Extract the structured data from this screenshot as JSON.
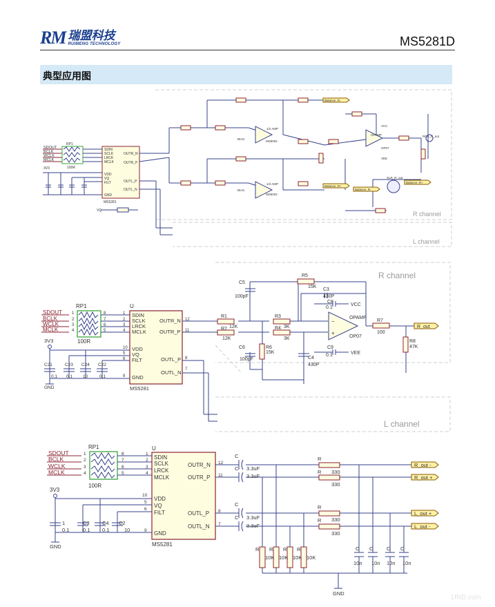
{
  "header": {
    "logo_mark": "RM",
    "logo_cn": "瑞盟科技",
    "logo_en": "RUIMENG TECHNOLOGY",
    "part_number": "MS5281D"
  },
  "section": {
    "title": "典型应用图"
  },
  "fig1": {
    "r_channel": "R channel",
    "l_channel": "L channel",
    "chip": "MS5281",
    "pins_left": [
      "SDIN",
      "SCLK",
      "LRCK",
      "MCLK",
      "VDD",
      "VQ",
      "FILT",
      "GND"
    ],
    "pins_right": [
      "OUTR_N",
      "OUTR_P",
      "OUTL_P",
      "OUTL_N"
    ],
    "inputs": [
      "SDOUT",
      "BCLK",
      "WCLK",
      "MCLK"
    ],
    "labels": [
      "Balance_R-",
      "Balance_R+",
      "Balance_R-",
      "Balance_R+",
      "RCA_R_out",
      "XLR_R_out",
      "VCC",
      "VEE",
      "BIAS",
      "BIAS",
      "OPAMP",
      "OP07",
      "MS6002",
      "MS6002",
      "1/2 AMP",
      "1/2 AMP",
      "VQ",
      "RP1",
      "100R",
      "3V3"
    ]
  },
  "fig2": {
    "r_channel": "R channel",
    "l_channel": "L channel",
    "chip_ref": "U",
    "chip": "MS5281",
    "rp": "RP1",
    "rp_value": "100R",
    "inputs": [
      "SDOUT",
      "BCLK",
      "WCLK",
      "MCLK"
    ],
    "pins_left": [
      "SDIN",
      "SCLK",
      "LRCK",
      "MCLK",
      "VDD",
      "VQ",
      "FILT",
      "GND"
    ],
    "pins_right": [
      "OUTR_N",
      "OUTR_P",
      "OUTL_P",
      "OUTL_N"
    ],
    "supply": "3V3",
    "gnd": "GND",
    "caps": [
      "C21",
      "C23",
      "C24",
      "C22"
    ],
    "cap_vals": [
      "0.1",
      "0.1",
      "10",
      "0.1"
    ],
    "r1": "R1",
    "r1v": "12K",
    "r2": "R2",
    "r2v": "12K",
    "r3": "R3",
    "r3v": "3K",
    "r4": "R4",
    "r4v": "3K",
    "r5": "R5",
    "r5v": "15K",
    "r6": "R6",
    "r6v": "15K",
    "r7": "R7",
    "r7v": "100",
    "r8": "R8",
    "r8v": "47K",
    "c3": "C3",
    "c3v": "430P",
    "c4": "C4",
    "c4v": "430P",
    "c5": "C5",
    "c5v": "100pF",
    "c6": "C6",
    "c6v": "100pF",
    "c8": "C8",
    "c8v": "0.1",
    "c9": "C9",
    "c9v": "0.1",
    "vcc": "VCC",
    "vee": "VEE",
    "opamp": "OPAMP",
    "op07": "OP07",
    "out": "R_out"
  },
  "fig3": {
    "chip_ref": "U",
    "chip": "MS5281",
    "rp": "RP1",
    "rp_value": "100R",
    "inputs": [
      "SDOUT",
      "BCLK",
      "WCLK",
      "MCLK"
    ],
    "pins_left": [
      "SDIN",
      "SCLK",
      "LRCK",
      "MCLK",
      "VDD",
      "VQ",
      "FILT",
      "GND"
    ],
    "pins_right": [
      "OUTR_N",
      "OUTR_P",
      "OUTL_P",
      "OUTL_N"
    ],
    "supply": "3V3",
    "gnd": "GND",
    "caps": [
      "1",
      "C3",
      "C4",
      "C2"
    ],
    "cap_vals": [
      "0.1",
      "0.1",
      "0.1",
      "10"
    ],
    "c_label": "C",
    "c_value": "3.3uF",
    "r_label": "R",
    "r_value": "330",
    "r_pull": "10K",
    "c_filter": "10n",
    "outputs": [
      "R_out -",
      "R_out +",
      "L_out +",
      "L_out -"
    ]
  },
  "footer": {
    "watermark": "1RID.com"
  }
}
